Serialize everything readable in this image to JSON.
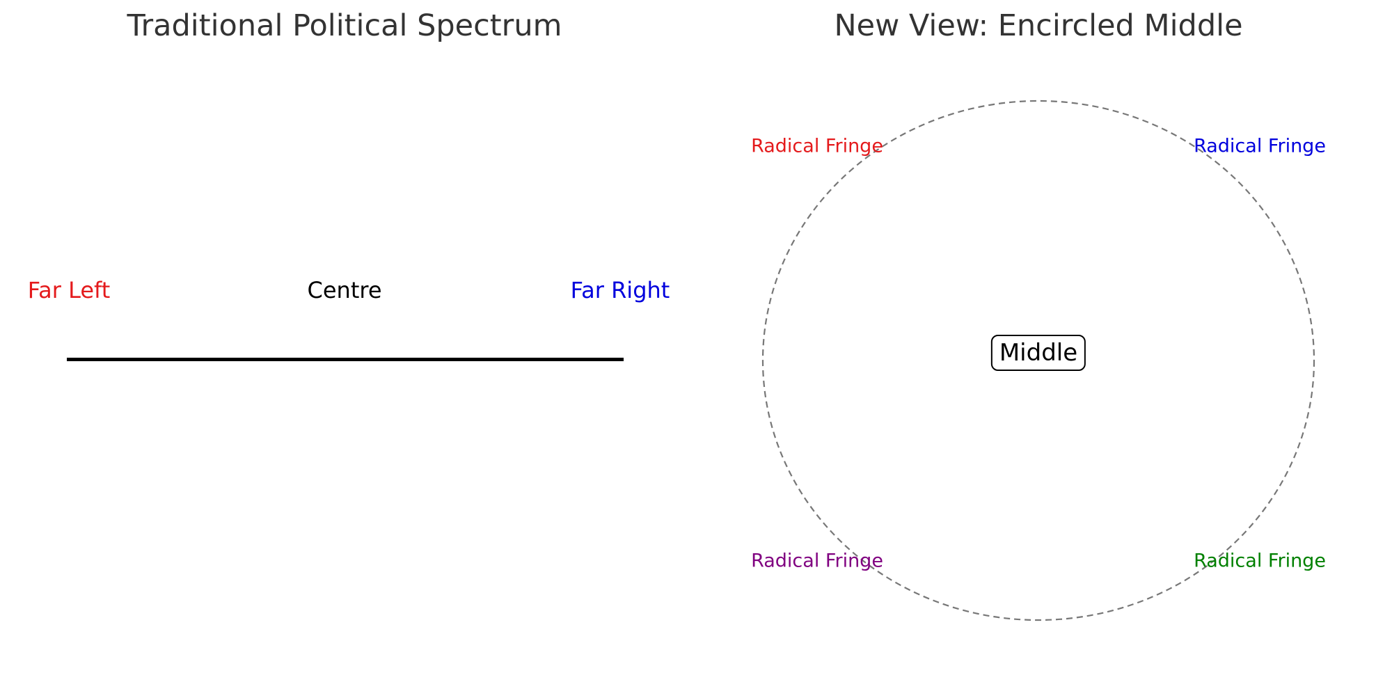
{
  "left_panel": {
    "title": "Traditional Political Spectrum",
    "labels": {
      "far_left": {
        "text": "Far Left",
        "color": "#e41a1c"
      },
      "centre": {
        "text": "Centre",
        "color": "#000000"
      },
      "far_right": {
        "text": "Far Right",
        "color": "#0000dd"
      }
    }
  },
  "right_panel": {
    "title": "New View: Encircled Middle",
    "center_label": "Middle",
    "fringe": {
      "top_left": {
        "text": "Radical Fringe",
        "color": "#e41a1c"
      },
      "top_right": {
        "text": "Radical Fringe",
        "color": "#0000dd"
      },
      "bottom_left": {
        "text": "Radical Fringe",
        "color": "#800080"
      },
      "bottom_right": {
        "text": "Radical Fringe",
        "color": "#008000"
      }
    },
    "circle_color": "#777777"
  }
}
